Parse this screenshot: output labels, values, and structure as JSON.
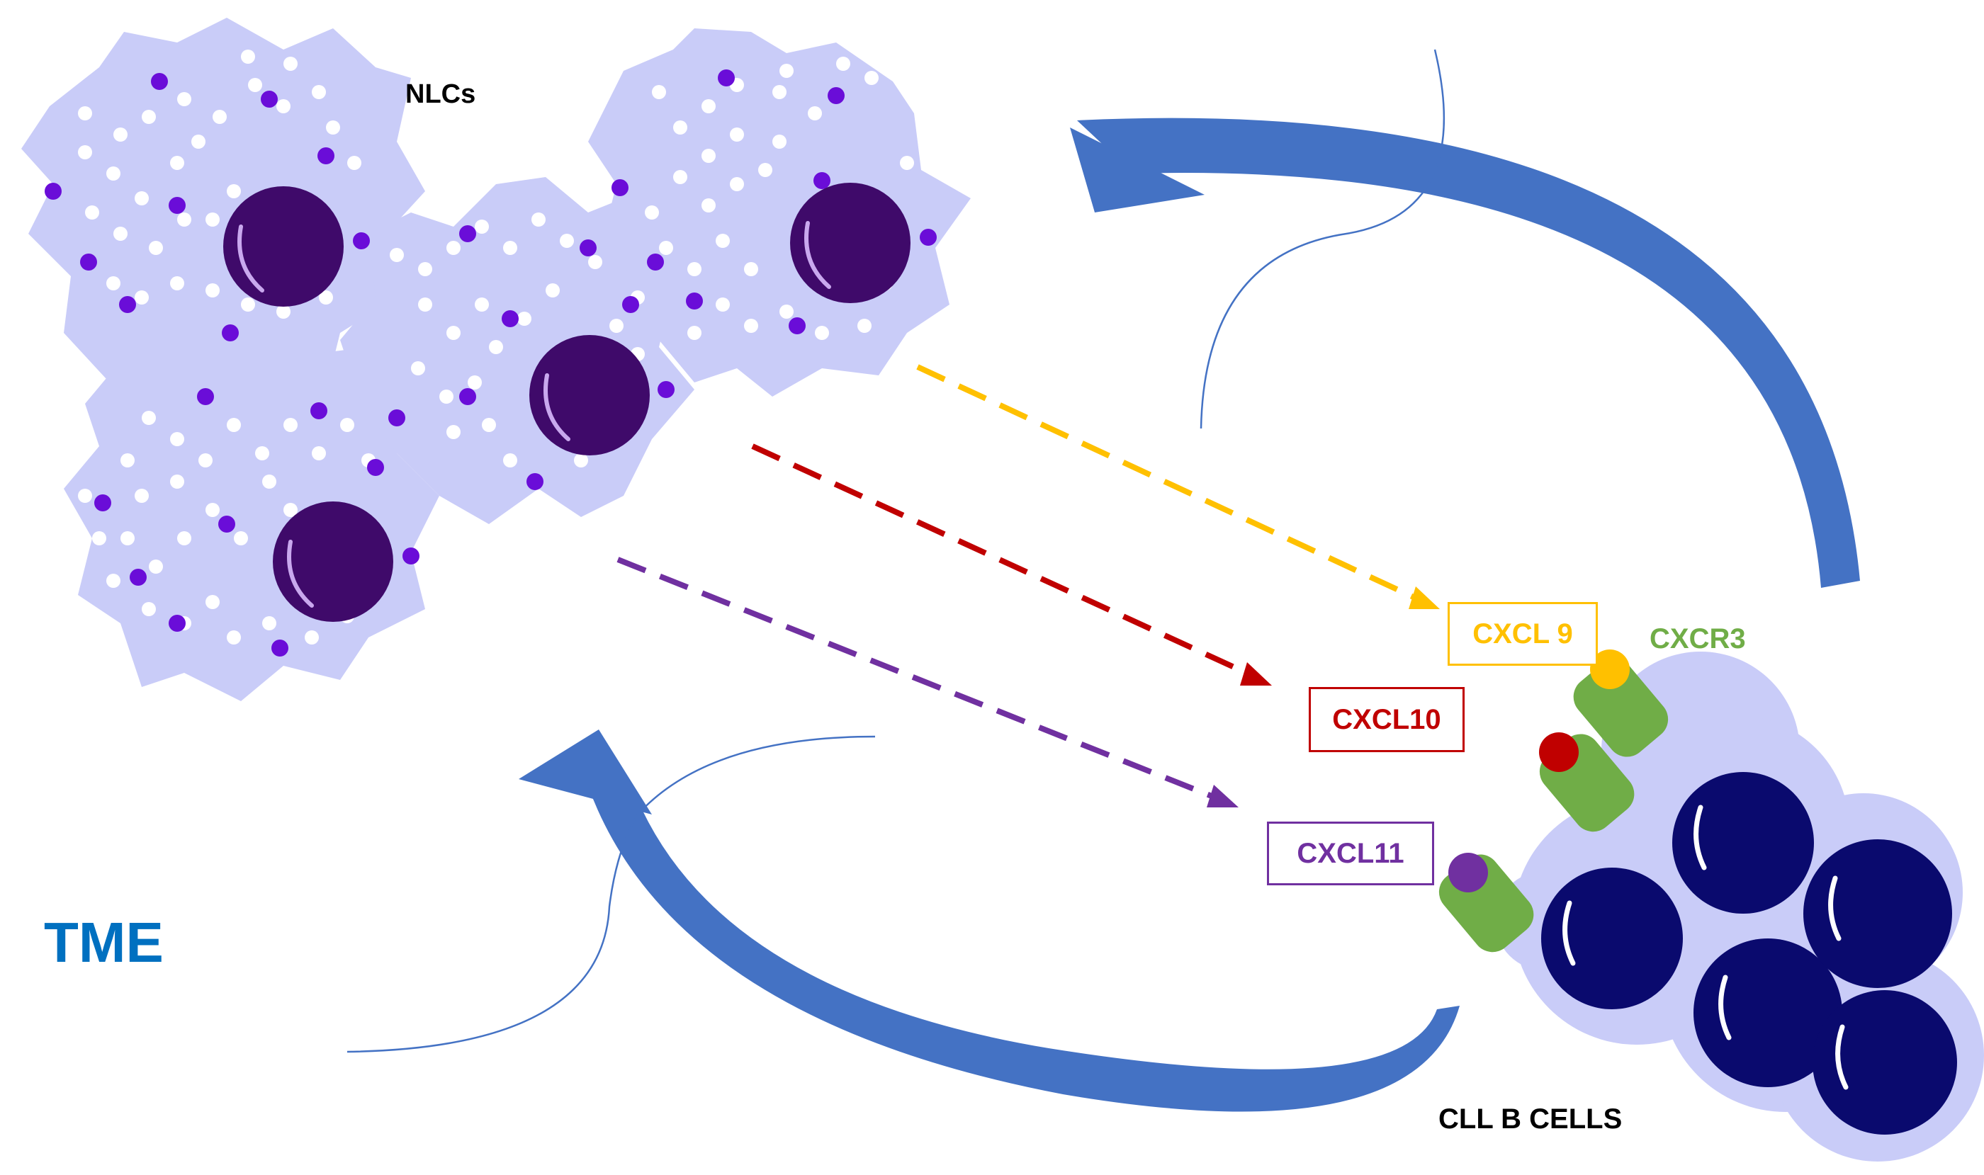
{
  "labels": {
    "nlcs": "NLCs",
    "tme": "TME",
    "cll_b_cells": "CLL B CELLS",
    "cxcr3": "CXCR3"
  },
  "chemokines": [
    {
      "name": "CXCL 9",
      "color": "#FFC000"
    },
    {
      "name": "CXCL10",
      "color": "#C00000"
    },
    {
      "name": "CXCL11",
      "color": "#7030A0"
    }
  ],
  "colors": {
    "cytoplasm": "#C9CCF8",
    "nlc_nucleus": "#3F0A6A",
    "granule": "#6A0DD8",
    "b_cell_nucleus": "#0A0A6E",
    "receptor": "#70AD47",
    "receptor_label": "#70AD47",
    "tme": "#0070C0",
    "curved_arrow": "#4472C4"
  }
}
